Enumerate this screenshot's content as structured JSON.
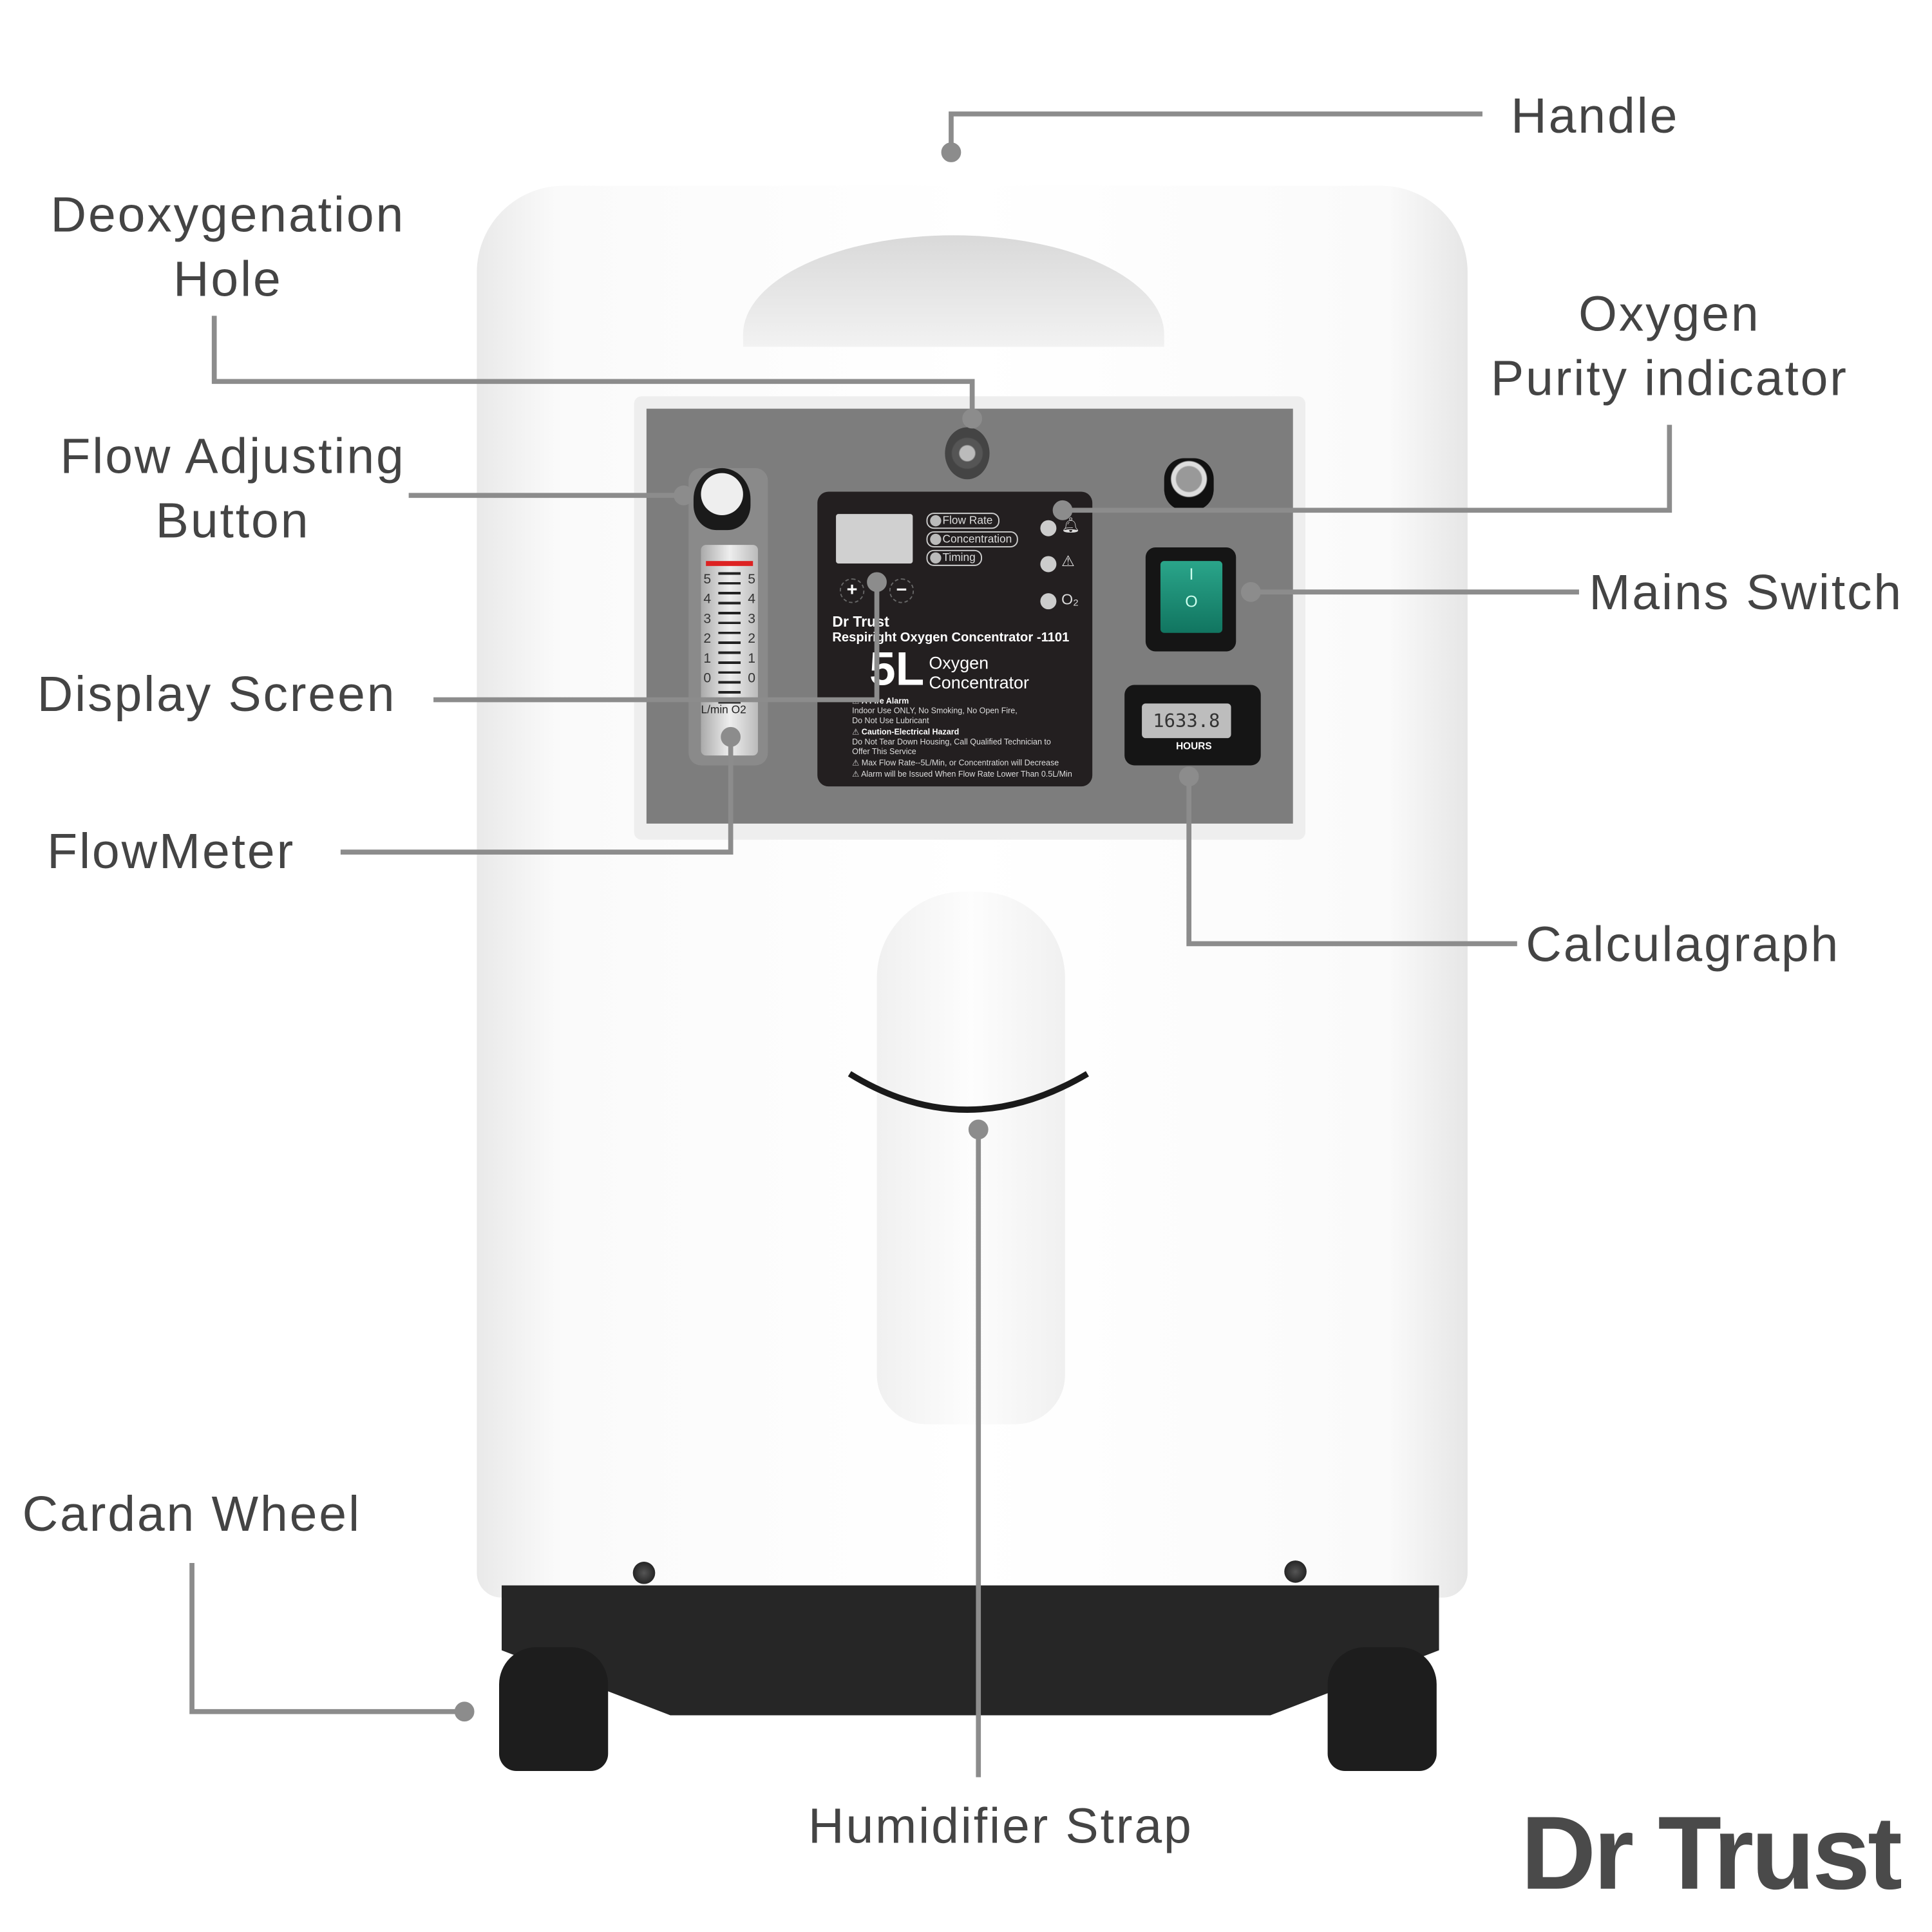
{
  "callouts": {
    "handle": "Handle",
    "deoxygenation_hole": [
      "Deoxygenation",
      "Hole"
    ],
    "flow_adjusting_button": [
      "Flow Adjusting",
      "Button"
    ],
    "oxygen_purity_indicator": [
      "Oxygen",
      "Purity indicator"
    ],
    "mains_switch": "Mains Switch",
    "display_screen": "Display Screen",
    "flowmeter": "FlowMeter",
    "calculagraph": "Calculagraph",
    "cardan_wheel": "Cardan Wheel",
    "humidifier_strap": "Humidifier Strap"
  },
  "brand_logo": "Dr Trust",
  "control_label": {
    "modes": [
      "Flow Rate",
      "Concentration",
      "Timing"
    ],
    "buttons": [
      "+",
      "−"
    ],
    "indicators": [
      "bell-icon",
      "warning-icon",
      "O₂"
    ],
    "brand": "Dr Trust",
    "model": "Respiright Oxygen Concentrator -1101",
    "capacity": "5L",
    "product": [
      "Oxygen",
      "Concentrator"
    ],
    "warnings": [
      {
        "title": "A Fire Alarm",
        "text": [
          "Indoor Use ONLY, No Smoking, No Open Fire,",
          "Do Not Use Lubricant"
        ]
      },
      {
        "title": "Caution-Electrical Hazard",
        "text": [
          "Do Not Tear Down Housing, Call Qualified Technician to",
          "Offer This Service"
        ]
      },
      {
        "title": "",
        "text": [
          "Max Flow Rate--5L/Min, or Concentration will Decrease"
        ]
      },
      {
        "title": "",
        "text": [
          "Alarm will be Issued When Flow Rate Lower Than 0.5L/Min"
        ]
      }
    ]
  },
  "flowmeter_scale": [
    "5",
    "4",
    "3",
    "2",
    "1",
    "0"
  ],
  "flowmeter_unit": "L/min O2",
  "switch_marks": [
    "I",
    "O"
  ],
  "hour_meter": {
    "value": "1633.8",
    "label": "HOURS"
  },
  "colors": {
    "leader": "#8c8c8c",
    "label_text": "#444444",
    "switch": "#1e8f75",
    "panel": "#7d7d7d"
  }
}
